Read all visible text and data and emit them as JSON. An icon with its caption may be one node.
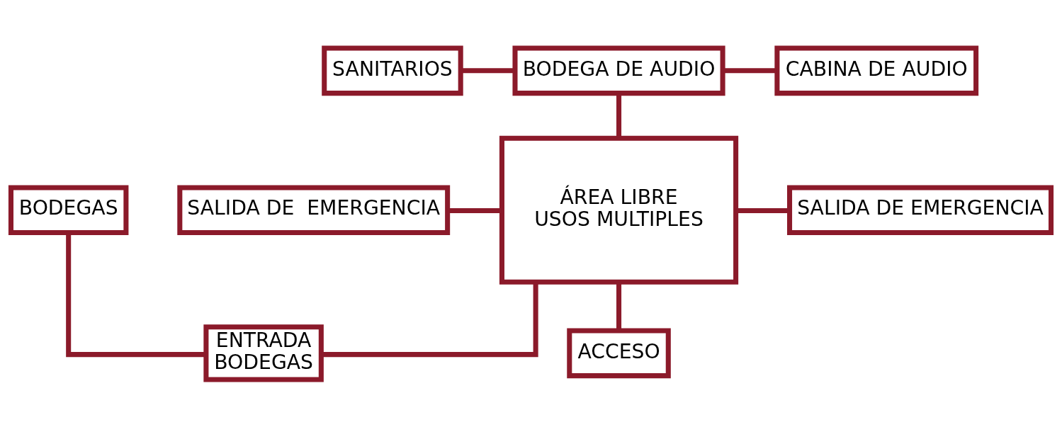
{
  "diagram": {
    "nodes": [
      {
        "text": [
          "BODEGAS"
        ]
      },
      {
        "text": [
          "ENTRADA BODEGAS"
        ]
      },
      {
        "text": [
          "SANITARIOS"
        ]
      },
      {
        "text": [
          "BODEGA DE AUDIO"
        ]
      },
      {
        "text": [
          "CABINA DE AUDIO"
        ]
      },
      {
        "text": [
          "ÁREA LIBRE USOS MULTIPLES"
        ]
      },
      {
        "text": [
          "SALIDA DE EMERGENCIA"
        ]
      },
      {
        "text": [
          "SALIDA DE  EMERGENCIA"
        ]
      },
      {
        "text": [
          "ACCESO"
        ]
      }
    ],
    "edges": [
      {
        "from": 0,
        "to": 1,
        "arrow": "none"
      },
      {
        "from": 2,
        "to": 3,
        "arrow": "none"
      },
      {
        "from": 3,
        "to": 4,
        "arrow": "none"
      },
      {
        "from": 3,
        "to": 5,
        "arrow": "none"
      },
      {
        "from": 5,
        "to": 1,
        "arrow": "none"
      },
      {
        "from": 5,
        "to": 6,
        "arrow": "none"
      },
      {
        "from": 7,
        "to": 5,
        "arrow": "none"
      },
      {
        "from": 5,
        "to": 8,
        "arrow": "none"
      }
    ]
  }
}
